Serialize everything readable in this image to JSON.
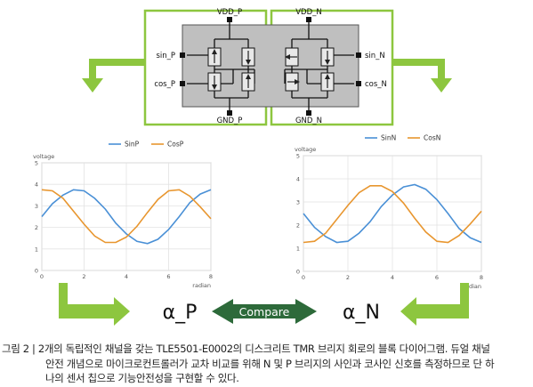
{
  "chip": {
    "vdd_p": "VDD_P",
    "vdd_n": "VDD_N",
    "gnd_p": "GND_P",
    "gnd_n": "GND_N",
    "sin_p": "sin_P",
    "cos_p": "cos_P",
    "sin_n": "sin_N",
    "cos_n": "cos_N"
  },
  "bottom": {
    "alpha_p": "α_P",
    "alpha_n": "α_N",
    "compare_label": "Compare"
  },
  "colors": {
    "green_frame": "#8dc63f",
    "chip_gray": "#bfbfbf",
    "compare_green": "#2d6a3a",
    "sin_blue": "#4a90d6",
    "cos_orange": "#e8962f"
  },
  "chart_data": [
    {
      "type": "line",
      "title": "",
      "xlabel": "radian",
      "ylabel": "voltage",
      "xlim": [
        0,
        8
      ],
      "ylim": [
        0,
        5
      ],
      "x_ticks": [
        0,
        2,
        4,
        6,
        8
      ],
      "y_ticks": [
        0,
        1,
        2,
        3,
        4,
        5
      ],
      "legend": "top",
      "series": [
        {
          "name": "SinP",
          "color": "#4a90d6",
          "x": [
            0,
            0.5,
            1,
            1.5,
            2,
            2.5,
            3,
            3.5,
            4,
            4.5,
            5,
            5.5,
            6,
            6.5,
            7,
            7.5,
            8
          ],
          "y": [
            2.5,
            3.1,
            3.5,
            3.75,
            3.7,
            3.35,
            2.85,
            2.2,
            1.7,
            1.35,
            1.25,
            1.45,
            1.9,
            2.5,
            3.15,
            3.55,
            3.75
          ]
        },
        {
          "name": "CosP",
          "color": "#e8962f",
          "x": [
            0,
            0.5,
            1,
            1.5,
            2,
            2.5,
            3,
            3.5,
            4,
            4.5,
            5,
            5.5,
            6,
            6.5,
            7,
            7.5,
            8
          ],
          "y": [
            3.75,
            3.7,
            3.35,
            2.75,
            2.15,
            1.6,
            1.3,
            1.3,
            1.55,
            2.05,
            2.7,
            3.3,
            3.7,
            3.75,
            3.45,
            2.95,
            2.4
          ]
        }
      ]
    },
    {
      "type": "line",
      "title": "",
      "xlabel": "radian",
      "ylabel": "voltage",
      "xlim": [
        0,
        8
      ],
      "ylim": [
        0,
        5
      ],
      "x_ticks": [
        0,
        2,
        4,
        6,
        8
      ],
      "y_ticks": [
        0,
        1,
        2,
        3,
        4,
        5
      ],
      "legend": "top",
      "series": [
        {
          "name": "SinN",
          "color": "#4a90d6",
          "x": [
            0,
            0.5,
            1,
            1.5,
            2,
            2.5,
            3,
            3.5,
            4,
            4.5,
            5,
            5.5,
            6,
            6.5,
            7,
            7.5,
            8
          ],
          "y": [
            2.5,
            1.9,
            1.5,
            1.25,
            1.3,
            1.65,
            2.15,
            2.8,
            3.3,
            3.65,
            3.75,
            3.55,
            3.1,
            2.5,
            1.85,
            1.45,
            1.25
          ]
        },
        {
          "name": "CosN",
          "color": "#e8962f",
          "x": [
            0,
            0.5,
            1,
            1.5,
            2,
            2.5,
            3,
            3.5,
            4,
            4.5,
            5,
            5.5,
            6,
            6.5,
            7,
            7.5,
            8
          ],
          "y": [
            1.25,
            1.3,
            1.65,
            2.25,
            2.85,
            3.4,
            3.7,
            3.7,
            3.45,
            2.95,
            2.3,
            1.7,
            1.3,
            1.25,
            1.55,
            2.05,
            2.6
          ]
        }
      ]
    }
  ],
  "caption": {
    "line1": "그림 2 | 2개의 독립적인 채널을 갖는 TLE5501-E0002의 디스크리트 TMR 브리지 회로의 블록 다이어그램. 듀얼 채널",
    "line2": "안전 개념으로 마이크로컨트롤러가 교차 비교를 위해 N 및 P 브리지의 사인과 코사인 신호를 측정하므로 단 하",
    "line3": "나의 센서 칩으로 기능안전성을 구현할 수 있다."
  }
}
